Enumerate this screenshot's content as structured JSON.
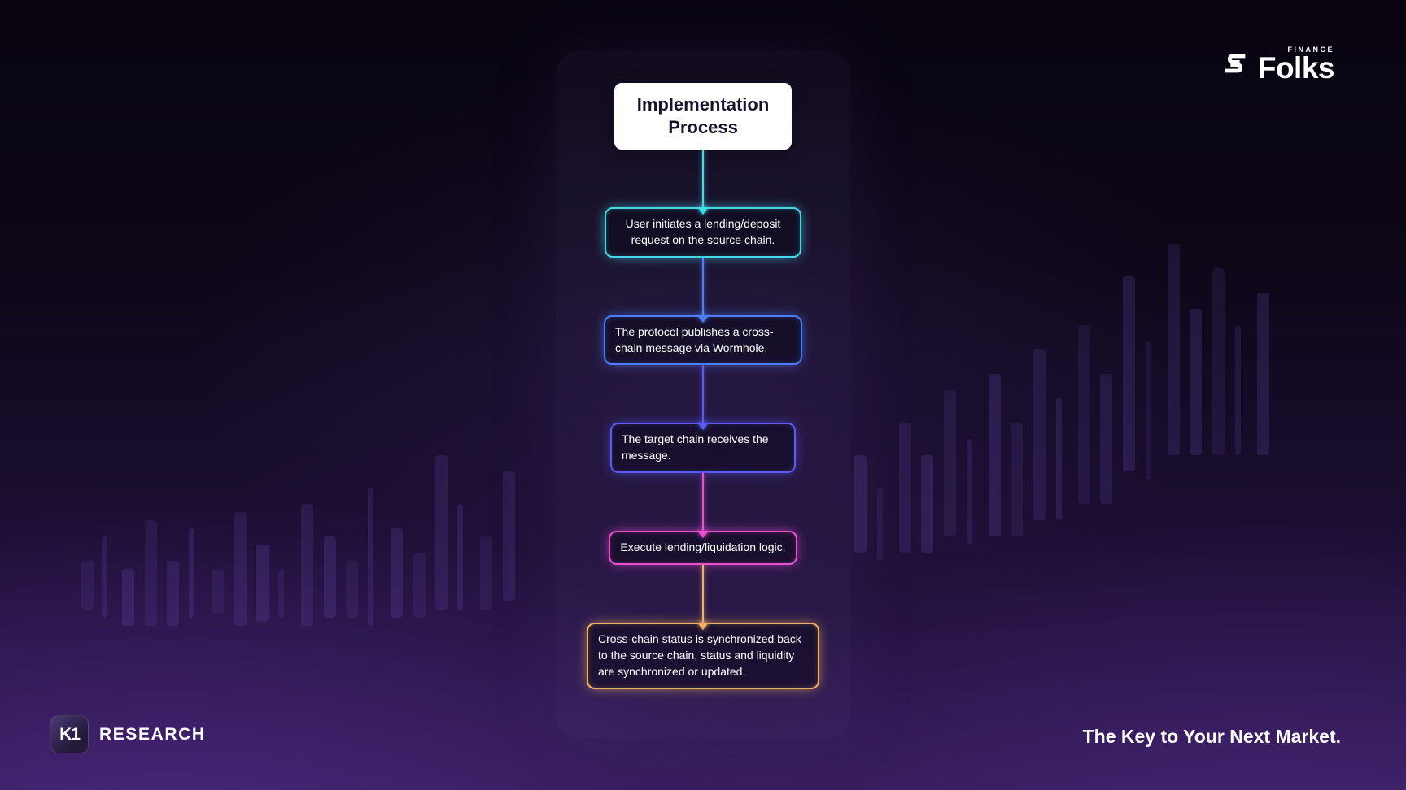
{
  "brand": {
    "folks_name": "Folks",
    "folks_sub": "FINANCE"
  },
  "flowchart": {
    "title": "Implementation Process",
    "steps": [
      {
        "text": "User initiates a lending/deposit request on the source chain.",
        "color": "#45d9e6"
      },
      {
        "text": "The protocol publishes a cross-chain message via Wormhole.",
        "color": "#4d7ef8"
      },
      {
        "text": "The target chain receives the message.",
        "color": "#5a5cf2"
      },
      {
        "text": "Execute lending/liquidation logic.",
        "color": "#ec4ed2"
      },
      {
        "text": "Cross-chain status is synchronized back to the source chain, status and liquidity are synchronized or updated.",
        "color": "#efb15d"
      }
    ]
  },
  "footer": {
    "logo_glyph": "K1",
    "research_label": "RESEARCH",
    "tagline": "The Key to Your Next Market."
  }
}
